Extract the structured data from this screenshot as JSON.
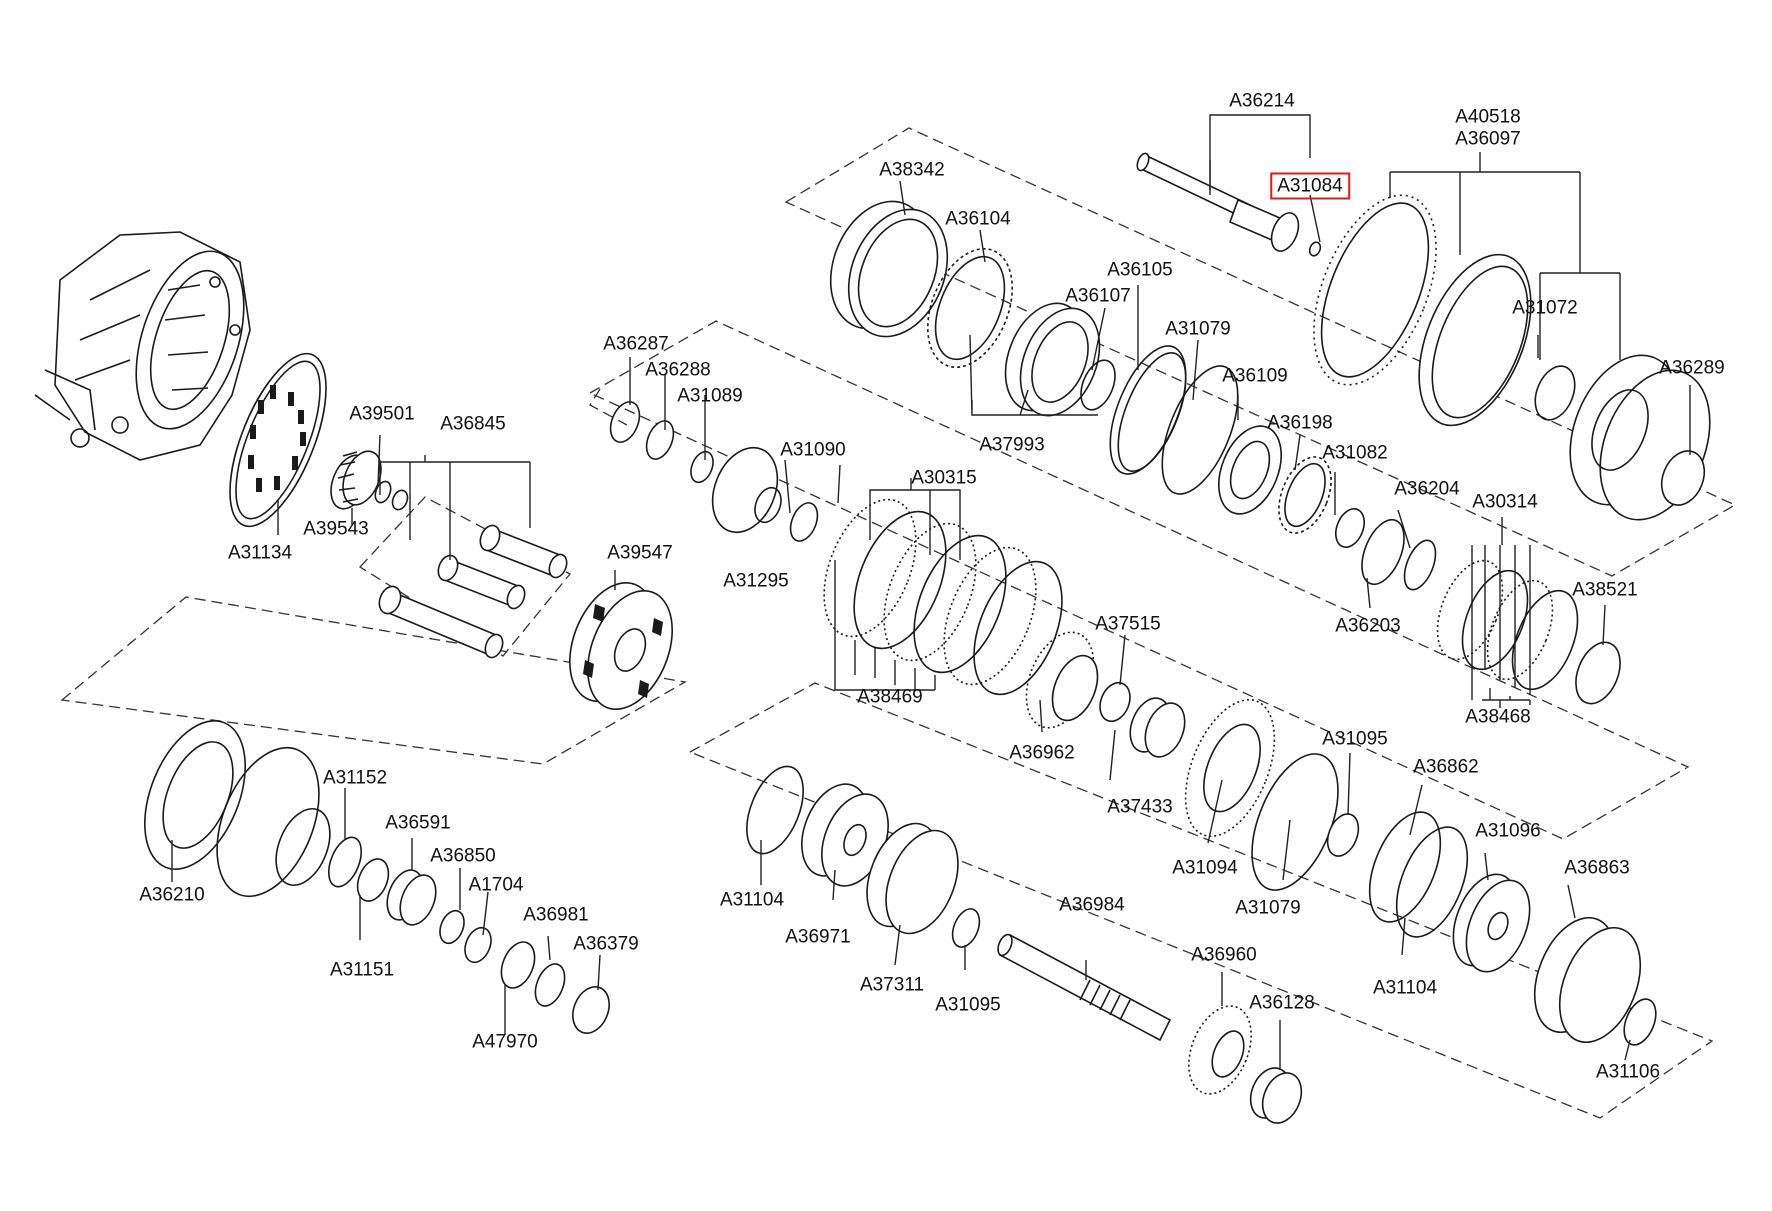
{
  "diagram": {
    "highlight_color": "#e0191f",
    "highlighted_part": "A31084",
    "callouts": [
      {
        "id": "lbl-a36214",
        "text": "A36214"
      },
      {
        "id": "lbl-a40518",
        "text": "A40518"
      },
      {
        "id": "lbl-a36097",
        "text": "A36097"
      },
      {
        "id": "lbl-a31084",
        "text": "A31084"
      },
      {
        "id": "lbl-a38342",
        "text": "A38342"
      },
      {
        "id": "lbl-a36104",
        "text": "A36104"
      },
      {
        "id": "lbl-a36105",
        "text": "A36105"
      },
      {
        "id": "lbl-a36107",
        "text": "A36107"
      },
      {
        "id": "lbl-a31079-top",
        "text": "A31079"
      },
      {
        "id": "lbl-a31072",
        "text": "A31072"
      },
      {
        "id": "lbl-a36289",
        "text": "A36289"
      },
      {
        "id": "lbl-a36109",
        "text": "A36109"
      },
      {
        "id": "lbl-a37993",
        "text": "A37993"
      },
      {
        "id": "lbl-a36198",
        "text": "A36198"
      },
      {
        "id": "lbl-a31082",
        "text": "A31082"
      },
      {
        "id": "lbl-a36204",
        "text": "A36204"
      },
      {
        "id": "lbl-a30314",
        "text": "A30314"
      },
      {
        "id": "lbl-a36203",
        "text": "A36203"
      },
      {
        "id": "lbl-a38521",
        "text": "A38521"
      },
      {
        "id": "lbl-a38468",
        "text": "A38468"
      },
      {
        "id": "lbl-a36287",
        "text": "A36287"
      },
      {
        "id": "lbl-a36288",
        "text": "A36288"
      },
      {
        "id": "lbl-a31089",
        "text": "A31089"
      },
      {
        "id": "lbl-a31090",
        "text": "A31090"
      },
      {
        "id": "lbl-a30315",
        "text": "A30315"
      },
      {
        "id": "lbl-a31295",
        "text": "A31295"
      },
      {
        "id": "lbl-a38469",
        "text": "A38469"
      },
      {
        "id": "lbl-a37515",
        "text": "A37515"
      },
      {
        "id": "lbl-a36962",
        "text": "A36962"
      },
      {
        "id": "lbl-a37433",
        "text": "A37433"
      },
      {
        "id": "lbl-a39501",
        "text": "A39501"
      },
      {
        "id": "lbl-a36845",
        "text": "A36845"
      },
      {
        "id": "lbl-a39543",
        "text": "A39543"
      },
      {
        "id": "lbl-a31134",
        "text": "A31134"
      },
      {
        "id": "lbl-a39547",
        "text": "A39547"
      },
      {
        "id": "lbl-a31095-right",
        "text": "A31095"
      },
      {
        "id": "lbl-a36862",
        "text": "A36862"
      },
      {
        "id": "lbl-a31096",
        "text": "A31096"
      },
      {
        "id": "lbl-a36863",
        "text": "A36863"
      },
      {
        "id": "lbl-a31094",
        "text": "A31094"
      },
      {
        "id": "lbl-a31079-mid",
        "text": "A31079"
      },
      {
        "id": "lbl-a31104-right",
        "text": "A31104"
      },
      {
        "id": "lbl-a31106",
        "text": "A31106"
      },
      {
        "id": "lbl-a31104-left",
        "text": "A31104"
      },
      {
        "id": "lbl-a36971",
        "text": "A36971"
      },
      {
        "id": "lbl-a37311",
        "text": "A37311"
      },
      {
        "id": "lbl-a31095-bottom",
        "text": "A31095"
      },
      {
        "id": "lbl-a36984",
        "text": "A36984"
      },
      {
        "id": "lbl-a36960",
        "text": "A36960"
      },
      {
        "id": "lbl-a36128",
        "text": "A36128"
      },
      {
        "id": "lbl-a31152",
        "text": "A31152"
      },
      {
        "id": "lbl-a36591",
        "text": "A36591"
      },
      {
        "id": "lbl-a36850",
        "text": "A36850"
      },
      {
        "id": "lbl-a1704",
        "text": "A1704"
      },
      {
        "id": "lbl-a36981",
        "text": "A36981"
      },
      {
        "id": "lbl-a36379",
        "text": "A36379"
      },
      {
        "id": "lbl-a36210",
        "text": "A36210"
      },
      {
        "id": "lbl-a31151",
        "text": "A31151"
      },
      {
        "id": "lbl-a47970",
        "text": "A47970"
      }
    ]
  }
}
